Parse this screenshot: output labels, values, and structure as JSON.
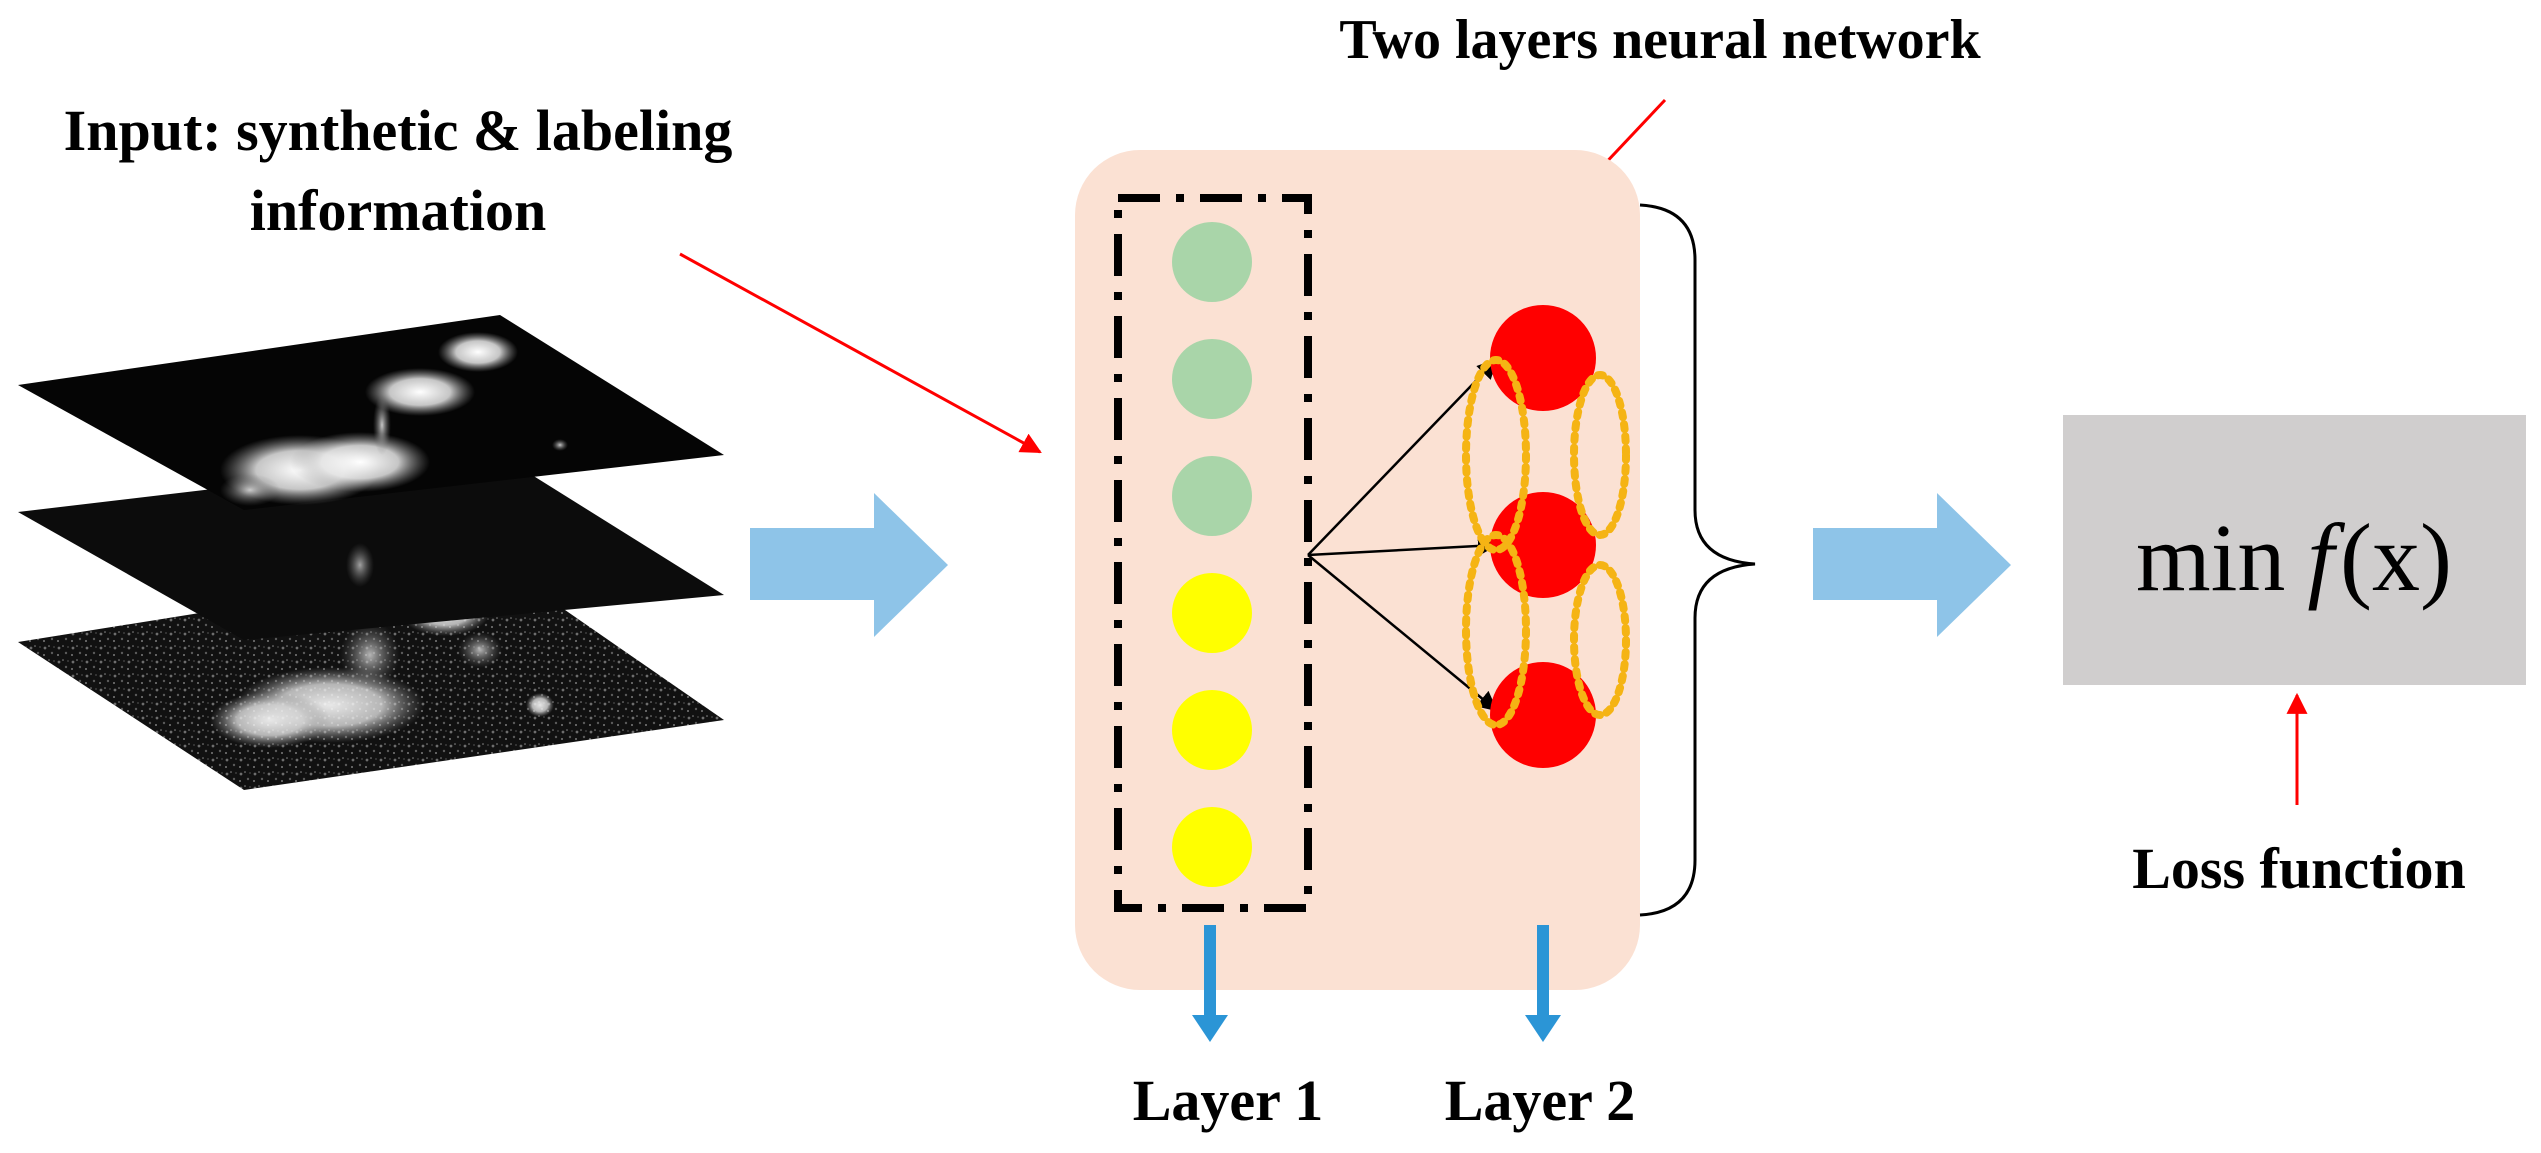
{
  "labels": {
    "title": "Two layers neural network",
    "input_line1": "Input: synthetic & labeling",
    "input_line2": "information",
    "layer1": "Layer 1",
    "layer2": "Layer 2",
    "loss_function": "Loss function",
    "loss_expr_min": "min",
    "loss_expr_f": "f",
    "loss_expr_arg": "(x)"
  },
  "network": {
    "layer1_nodes": [
      {
        "color_name": "light-green",
        "color": "#a9d5a9"
      },
      {
        "color_name": "light-green",
        "color": "#a9d5a9"
      },
      {
        "color_name": "light-green",
        "color": "#a9d5a9"
      },
      {
        "color_name": "yellow",
        "color": "#ffff00"
      },
      {
        "color_name": "yellow",
        "color": "#ffff00"
      },
      {
        "color_name": "yellow",
        "color": "#ffff00"
      }
    ],
    "layer2_nodes": [
      {
        "color_name": "red",
        "color": "#ff0000"
      },
      {
        "color_name": "red",
        "color": "#ff0000"
      },
      {
        "color_name": "red",
        "color": "#ff0000"
      }
    ]
  },
  "colors": {
    "network_panel": "#fbe1d3",
    "flow_arrow": "#8ec4e8",
    "down_arrow": "#2b95d6",
    "pointer_arrow": "#ff0000",
    "dotted_link": "#f5b414",
    "loss_box": "#d0cece"
  },
  "icons": {
    "input_images": "stacked-image-layers-icon",
    "flow": "big-right-arrow-icon",
    "brace": "right-curly-brace-icon"
  }
}
